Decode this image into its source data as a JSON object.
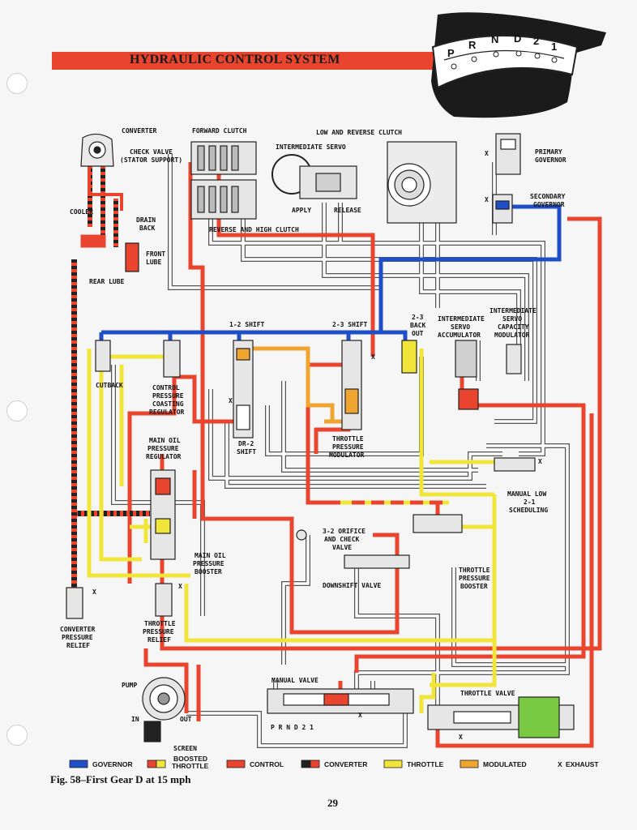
{
  "title": "HYDRAULIC CONTROL SYSTEM",
  "selector": {
    "positions": [
      "P",
      "R",
      "N",
      "D",
      "2",
      "1"
    ]
  },
  "labels": {
    "converter": "CONVERTER",
    "check_valve_1": "CHECK VALVE",
    "check_valve_2": "(STATOR SUPPORT)",
    "forward_clutch": "FORWARD CLUTCH",
    "intermediate_servo": "INTERMEDIATE SERVO",
    "low_reverse_clutch": "LOW AND REVERSE CLUTCH",
    "primary_governor_1": "PRIMARY",
    "primary_governor_2": "GOVERNOR",
    "secondary_governor_1": "SECONDARY",
    "secondary_governor_2": "GOVERNOR",
    "cooler": "COOLER",
    "drain_back_1": "DRAIN",
    "drain_back_2": "BACK",
    "front_lube_1": "FRONT",
    "front_lube_2": "LUBE",
    "apply": "APPLY",
    "release": "RELEASE",
    "reverse_high_clutch": "REVERSE AND HIGH CLUTCH",
    "rear_lube": "REAR LUBE",
    "shift_12": "1-2 SHIFT",
    "shift_23": "2-3 SHIFT",
    "backout_1": "2-3",
    "backout_2": "BACK",
    "backout_3": "OUT",
    "int_servo_acc_1": "INTERMEDIATE",
    "int_servo_acc_2": "SERVO",
    "int_servo_acc_3": "ACCUMULATOR",
    "int_servo_cap_1": "INTERMEDIATE",
    "int_servo_cap_2": "SERVO",
    "int_servo_cap_3": "CAPACITY",
    "int_servo_cap_4": "MODULATOR",
    "cutback": "CUTBACK",
    "control_pressure_1": "CONTROL",
    "control_pressure_2": "PRESSURE",
    "control_pressure_3": "COASTING",
    "control_pressure_4": "REGULATOR",
    "main_oil_reg_1": "MAIN OIL",
    "main_oil_reg_2": "PRESSURE",
    "main_oil_reg_3": "REGULATOR",
    "dr2_shift_1": "DR-2",
    "dr2_shift_2": "SHIFT",
    "throttle_mod_1": "THROTTLE",
    "throttle_mod_2": "PRESSURE",
    "throttle_mod_3": "MODULATOR",
    "manual_low_1": "MANUAL LOW",
    "manual_low_2": "2-1",
    "manual_low_3": "SCHEDULING",
    "orifice_1": "3-2 ORIFICE",
    "orifice_2": "AND CHECK",
    "orifice_3": "VALVE",
    "main_oil_boost_1": "MAIN OIL",
    "main_oil_boost_2": "PRESSURE",
    "main_oil_boost_3": "BOOSTER",
    "downshift_valve": "DOWNSHIFT VALVE",
    "throttle_boost_1": "THROTTLE",
    "throttle_boost_2": "PRESSURE",
    "throttle_boost_3": "BOOSTER",
    "conv_relief_1": "CONVERTER",
    "conv_relief_2": "PRESSURE",
    "conv_relief_3": "RELIEF",
    "thr_relief_1": "THROTTLE",
    "thr_relief_2": "PRESSURE",
    "thr_relief_3": "RELIEF",
    "manual_valve": "MANUAL VALVE",
    "manual_valve_positions": "P R N D 2 1",
    "throttle_valve": "THROTTLE VALVE",
    "pump": "PUMP",
    "in": "IN",
    "out": "OUT",
    "screen": "SCREEN",
    "exhaust_mark": "X"
  },
  "legend": [
    {
      "label": "GOVERNOR",
      "color": "#1f4fc8",
      "color2": "#1f4fc8"
    },
    {
      "label": "BOOSTED THROTTLE",
      "color": "#e8442e",
      "color2": "#f2e53a"
    },
    {
      "label": "CONTROL",
      "color": "#e8442e",
      "color2": "#e8442e"
    },
    {
      "label": "CONVERTER",
      "color": "#222222",
      "color2": "#e8442e"
    },
    {
      "label": "THROTTLE",
      "color": "#f2e53a",
      "color2": "#f2e53a"
    },
    {
      "label": "MODULATED",
      "color": "#f0a531",
      "color2": "#f0a531"
    },
    {
      "label": "EXHAUST",
      "color": "",
      "color2": ""
    }
  ],
  "legend_boosted_1": "BOOSTED",
  "legend_boosted_2": "THROTTLE",
  "legend_exhaust_mark": "X",
  "caption": "Fig. 58–First Gear D at 15 mph",
  "page_number": "29",
  "colors": {
    "governor": "#1f4fc8",
    "control": "#e8442e",
    "throttle": "#f2e53a",
    "modulated": "#f0a531",
    "converter": "#222222",
    "exhaust_line": "#ffffff",
    "line_outline": "#555555"
  }
}
